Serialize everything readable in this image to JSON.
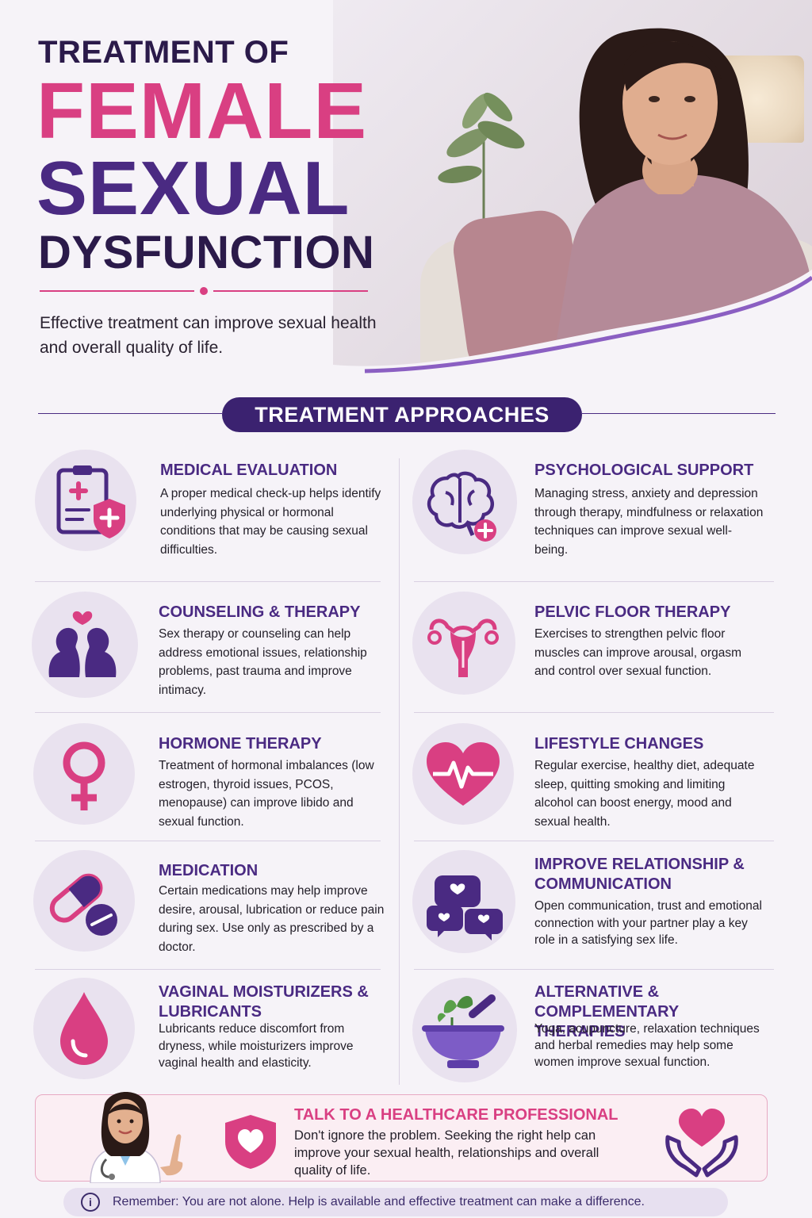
{
  "header": {
    "title_line1": "TREATMENT OF",
    "title_line2": "FEMALE",
    "title_line3": "SEXUAL",
    "title_line4": "DYSFUNCTION",
    "subtitle": "Effective treatment can improve sexual health and overall quality of life."
  },
  "section": {
    "title": "TREATMENT APPROACHES"
  },
  "approaches": [
    {
      "icon": "clipboard-medical-icon",
      "title": "MEDICAL EVALUATION",
      "text": "A proper medical check-up helps identify underlying physical or hormonal conditions that may be causing sexual difficulties."
    },
    {
      "icon": "brain-icon",
      "title": "PSYCHOLOGICAL SUPPORT",
      "text": "Managing stress, anxiety and depression through therapy, mindfulness or relaxation techniques can improve sexual well-being."
    },
    {
      "icon": "couple-heart-icon",
      "title": "COUNSELING & THERAPY",
      "text": "Sex therapy or counseling can help address emotional issues, relationship problems, past trauma and improve intimacy."
    },
    {
      "icon": "uterus-icon",
      "title": "PELVIC FLOOR THERAPY",
      "text": "Exercises to strengthen pelvic floor muscles can improve arousal, orgasm and control over sexual function."
    },
    {
      "icon": "female-symbol-icon",
      "title": "HORMONE THERAPY",
      "text": "Treatment of hormonal imbalances (low estrogen, thyroid issues, PCOS, menopause) can improve libido and sexual function."
    },
    {
      "icon": "heartbeat-icon",
      "title": "LIFESTYLE CHANGES",
      "text": "Regular exercise, healthy diet, adequate sleep, quitting smoking and limiting alcohol can boost energy, mood and sexual health."
    },
    {
      "icon": "pill-capsule-icon",
      "title": "MEDICATION",
      "text": "Certain medications may help improve desire, arousal, lubrication or reduce pain during sex. Use only as prescribed by a doctor."
    },
    {
      "icon": "chat-hearts-icon",
      "title": "IMPROVE RELATIONSHIP & COMMUNICATION",
      "text": "Open communication, trust and emotional connection with your partner play a key role in a satisfying sex life."
    },
    {
      "icon": "drop-icon",
      "title": "VAGINAL MOISTURIZERS & LUBRICANTS",
      "text": "Lubricants reduce discomfort from dryness, while moisturizers improve vaginal health and elasticity."
    },
    {
      "icon": "mortar-herbs-icon",
      "title": "ALTERNATIVE & COMPLEMENTARY THERAPIES",
      "text": "Yoga, acupuncture, relaxation techniques and herbal remedies may help some women improve sexual function."
    }
  ],
  "cta": {
    "title": "TALK TO A HEALTHCARE PROFESSIONAL",
    "text": "Don't ignore the problem. Seeking the right help can improve your sexual health, relationships and overall quality of life."
  },
  "note": {
    "icon": "info-icon",
    "glyph": "i",
    "text": "Remember: You are not alone. Help is available and effective treatment can make a difference."
  },
  "colors": {
    "pink": "#d93f82",
    "purple": "#4a2a82",
    "dark": "#2b1a4a",
    "circle": "#e9e2ef"
  }
}
